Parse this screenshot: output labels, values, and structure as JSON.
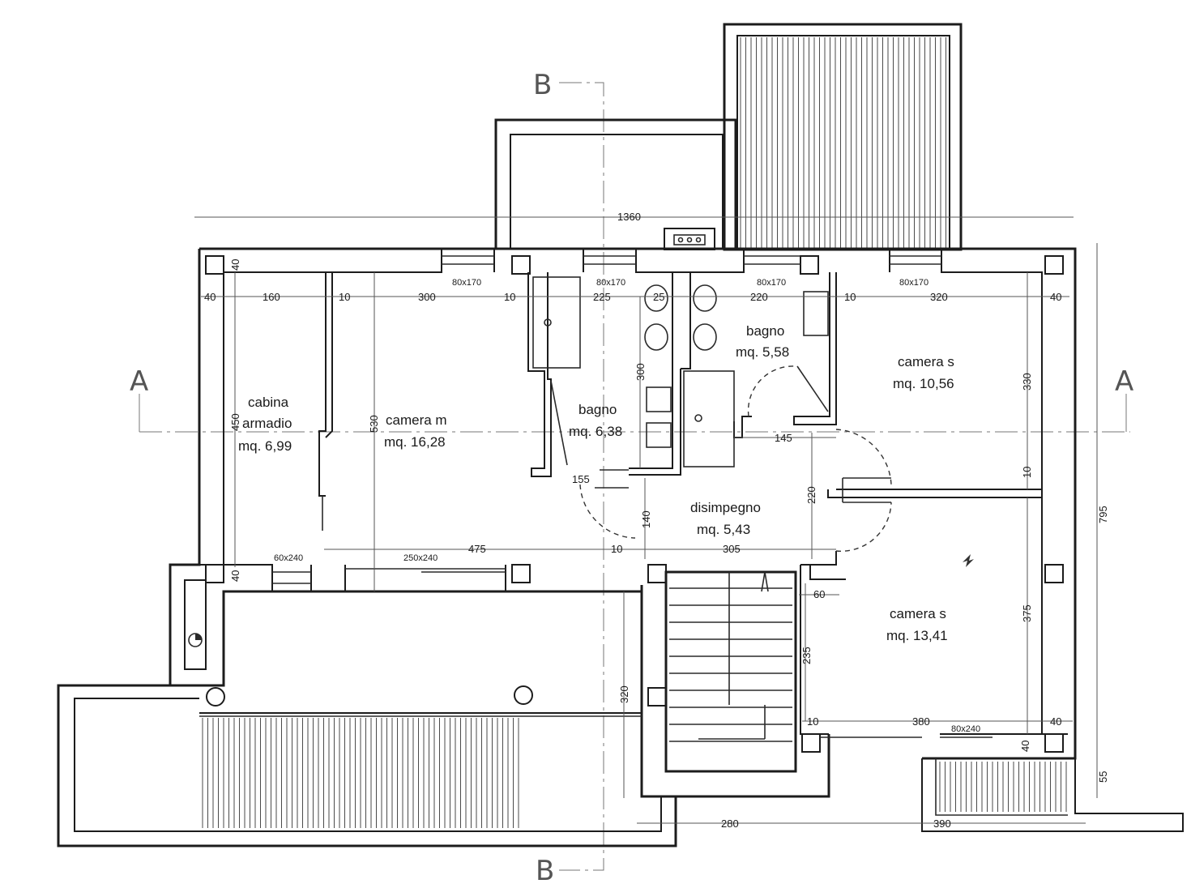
{
  "sections": {
    "a_left": "A",
    "a_right": "A",
    "b_top": "B",
    "b_bottom": "B"
  },
  "rooms": {
    "cabina": {
      "name_line1": "cabina",
      "name_line2": "armadio",
      "area": "mq. 6,99"
    },
    "camera_m": {
      "name": "camera m",
      "area": "mq. 16,28"
    },
    "bagno_1": {
      "name": "bagno",
      "area": "mq. 6,38"
    },
    "bagno_2": {
      "name": "bagno",
      "area": "mq. 5,58"
    },
    "camera_s_1": {
      "name": "camera s",
      "area": "mq. 10,56"
    },
    "camera_s_2": {
      "name": "camera s",
      "area": "mq. 13,41"
    },
    "disimpegno": {
      "name": "disimpegno",
      "area": "mq. 5,43"
    }
  },
  "dimensions": {
    "overall_width": "1360",
    "overall_depth": "795",
    "row_top": [
      "40",
      "160",
      "10",
      "300",
      "10",
      "225",
      "25",
      "220",
      "10",
      "320",
      "40"
    ],
    "wall_40_top": "40",
    "cabina_depth": "450",
    "camera_m_depth": "530",
    "bagno_depth": "300",
    "camera_s_depth": "330",
    "camera_s_gap": "10",
    "hall_145": "145",
    "hall_220": "220",
    "bagno_155": "155",
    "hall_140": "140",
    "row_mid": [
      "475",
      "10",
      "305"
    ],
    "wall_40_mid": "40",
    "dim_60": "60",
    "dim_235": "235",
    "camera_s2_depth": "375",
    "row_bottom": [
      "10",
      "380",
      "40"
    ],
    "wall_40_bottom": "40",
    "terrace_depth": "320",
    "dim_55": "55",
    "dim_280": "280",
    "dim_390": "390"
  },
  "openings": {
    "w1": "80x170",
    "w2": "80x170",
    "w3": "80x170",
    "w4": "80x170",
    "w5": "60x240",
    "w6": "250x240",
    "w7": "80x240"
  },
  "icons": [
    "north-arrow-icon",
    "chimney-icon",
    "column-icon",
    "stair-arrow-icon",
    "electrical-symbol-icon"
  ]
}
